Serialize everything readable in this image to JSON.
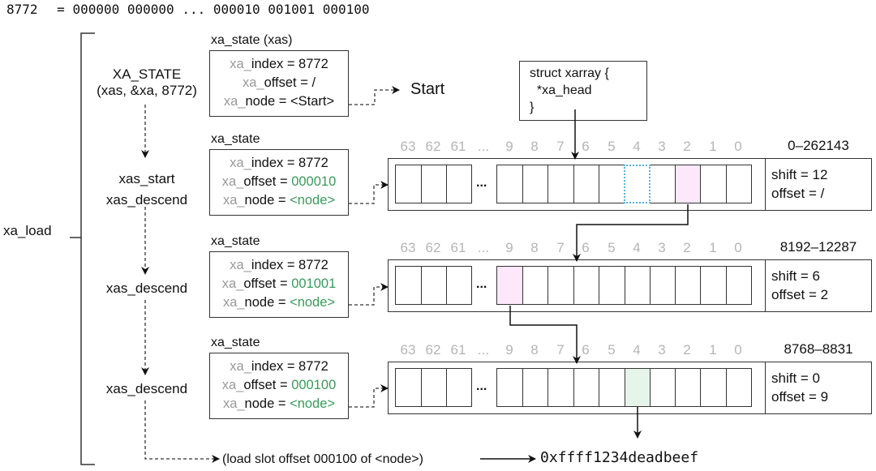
{
  "header": {
    "index_label": "8772",
    "equals": "=",
    "bits": "000000 000000 ... 000010 001001 000100"
  },
  "left": {
    "function_label": "xa_load",
    "steps": [
      {
        "line1": "XA_STATE",
        "line2": "(xas, &xa, 8772)"
      },
      {
        "line1": "xas_start",
        "line2": "xas_descend"
      },
      {
        "line1": "xas_descend"
      },
      {
        "line1": "xas_descend"
      }
    ]
  },
  "states": [
    {
      "title": "xa_state (xas)",
      "index_prefix": "xa_",
      "index_rest": "index = 8772",
      "offset_prefix": "xa_",
      "offset_rest": "offset = ",
      "offset_value": "/",
      "offset_green": false,
      "node_prefix": "xa_",
      "node_rest": "node = ",
      "node_value": "<Start>",
      "node_green": false
    },
    {
      "title": "xa_state",
      "index_prefix": "xa_",
      "index_rest": "index = 8772",
      "offset_prefix": "xa_",
      "offset_rest": "offset = ",
      "offset_value": "000010",
      "offset_green": true,
      "node_prefix": "xa_",
      "node_rest": "node = ",
      "node_value": "<node>",
      "node_green": true
    },
    {
      "title": "xa_state",
      "index_prefix": "xa_",
      "index_rest": "index = 8772",
      "offset_prefix": "xa_",
      "offset_rest": "offset = ",
      "offset_value": "001001",
      "offset_green": true,
      "node_prefix": "xa_",
      "node_rest": "node = ",
      "node_value": "<node>",
      "node_green": true
    },
    {
      "title": "xa_state",
      "index_prefix": "xa_",
      "index_rest": "index = 8772",
      "offset_prefix": "xa_",
      "offset_rest": "offset = ",
      "offset_value": "000100",
      "offset_green": true,
      "node_prefix": "xa_",
      "node_rest": "node = ",
      "node_value": "<node>",
      "node_green": true
    }
  ],
  "start_label": "Start",
  "xarray_struct": {
    "line1": "struct xarray {",
    "line2": "  *xa_head",
    "line3": "}"
  },
  "slot_indices": [
    "63",
    "62",
    "61",
    "...",
    "9",
    "8",
    "7",
    "6",
    "5",
    "4",
    "3",
    "2",
    "1",
    "0"
  ],
  "ellipsis": "...",
  "nodes": [
    {
      "range": "0–262143",
      "shift": "shift = 12",
      "offset": "offset = /",
      "highlight_slot": "2",
      "highlight_color": "#fde8fb",
      "dotted_slot": "4"
    },
    {
      "range": "8192–12287",
      "shift": "shift = 6",
      "offset": "offset = 2",
      "highlight_slot": "9",
      "highlight_color": "#fde8fb"
    },
    {
      "range": "8768–8831",
      "shift": "shift = 0",
      "offset": "offset = 9",
      "highlight_slot": "4",
      "highlight_color": "#e5f5ea"
    }
  ],
  "bottom": {
    "load_text": "(load slot offset 000100 of <node>)",
    "result": "0xffff1234deadbeef"
  },
  "colors": {
    "green_text": "#3a9a5b",
    "grey_text": "#999999",
    "index_grey": "#b5b5b5",
    "pink_fill": "#fde8fb",
    "green_fill": "#e5f5ea",
    "dotted_blue": "#5ab0d8"
  }
}
